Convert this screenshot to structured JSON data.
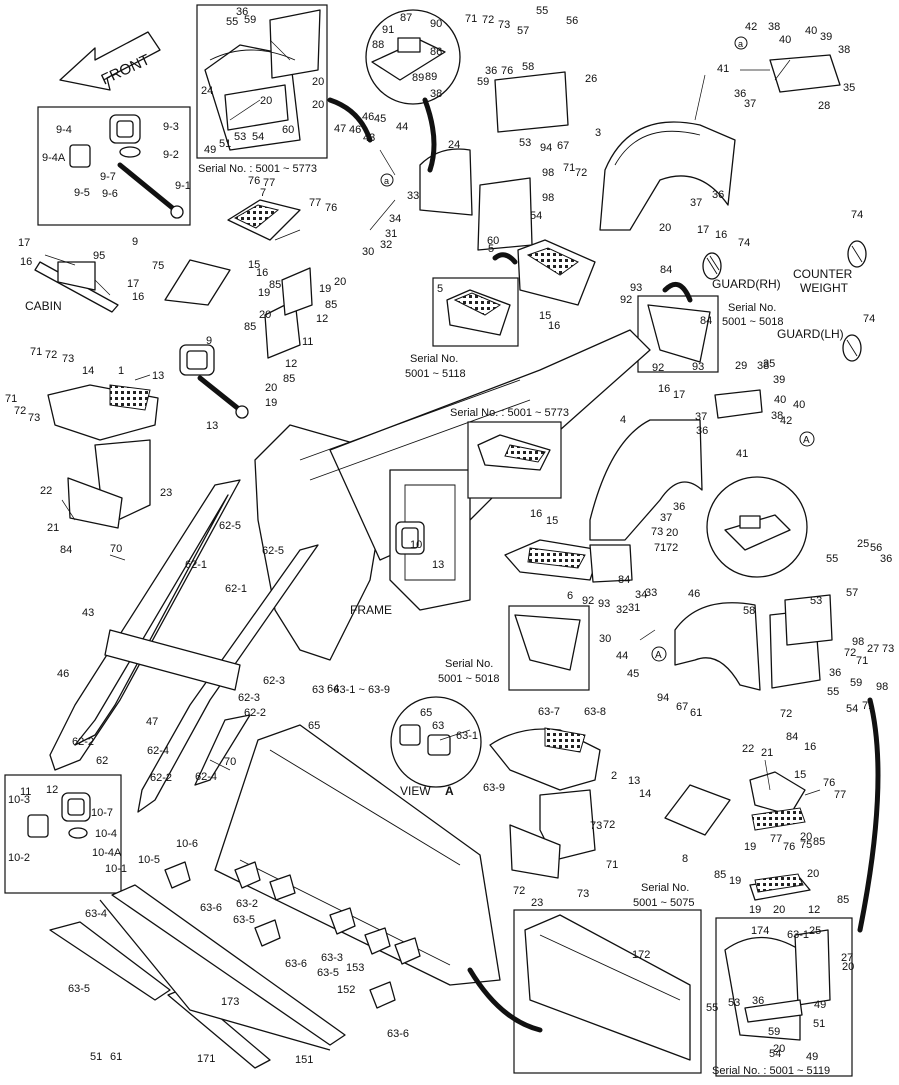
{
  "labels": {
    "front": "FRONT",
    "frame": "FRAME",
    "cabin": "CABIN",
    "counter_weight": [
      "COUNTER",
      "WEIGHT"
    ],
    "guard_rh": "GUARD(RH)",
    "guard_lh": "GUARD(LH)",
    "view_a": "VIEW",
    "view_a_letter": "A",
    "bucket_note": "63 : 63-1 ~ 63-9",
    "circle_a": "A",
    "circle_a_small": "a"
  },
  "serials": {
    "s_5001_5773_top": "Serial No. : 5001 ~ 5773",
    "s_5001_5773_mid": "Serial No. : 5001 ~ 5773",
    "s_5001_5118": [
      "Serial No.",
      "5001 ~ 5118"
    ],
    "s_5001_5018_right": [
      "Serial No.",
      "5001 ~ 5018"
    ],
    "s_5001_5018_center": [
      "Serial No.",
      "5001 ~ 5018"
    ],
    "s_5001_5075": [
      "Serial No.",
      "5001 ~ 5075"
    ],
    "s_5001_5119": "Serial No. : 5001 ~ 5119"
  },
  "callouts": [
    "36",
    "55",
    "59",
    "24",
    "49",
    "51",
    "53",
    "54",
    "60",
    "20",
    "20",
    "20",
    "91",
    "87",
    "90",
    "88",
    "86",
    "89",
    "89",
    "38",
    "71",
    "72",
    "73",
    "55",
    "56",
    "57",
    "58",
    "36",
    "76",
    "59",
    "26",
    "42",
    "38",
    "40",
    "40",
    "39",
    "38",
    "41",
    "36",
    "37",
    "28",
    "35",
    "9-3",
    "9-4",
    "9-2",
    "9-4A",
    "9-7",
    "9-1",
    "9-5",
    "9-6",
    "9",
    "47",
    "46",
    "43",
    "46",
    "45",
    "44",
    "34",
    "33",
    "31",
    "32",
    "30",
    "67",
    "71",
    "72",
    "94",
    "53",
    "98",
    "98",
    "54",
    "60",
    "24",
    "3",
    "20",
    "36",
    "37",
    "17",
    "16",
    "74",
    "74",
    "74",
    "76",
    "77",
    "7",
    "77",
    "76",
    "17",
    "16",
    "95",
    "17",
    "16",
    "75",
    "15",
    "16",
    "20",
    "19",
    "85",
    "19",
    "20",
    "85",
    "12",
    "11",
    "85",
    "12",
    "85",
    "19",
    "20",
    "5",
    "5",
    "15",
    "16",
    "84",
    "92",
    "93",
    "84",
    "92",
    "93",
    "71",
    "72",
    "73",
    "14",
    "1",
    "13",
    "71",
    "72",
    "73",
    "9",
    "13",
    "29",
    "35",
    "38",
    "39",
    "40",
    "40",
    "38",
    "42",
    "37",
    "36",
    "41",
    "16",
    "17",
    "4",
    "6",
    "22",
    "23",
    "21",
    "84",
    "70",
    "62-5",
    "62-5",
    "62-1",
    "62-1",
    "10",
    "13",
    "16",
    "15",
    "36",
    "37",
    "20",
    "73",
    "71",
    "72",
    "84",
    "93",
    "92",
    "34",
    "33",
    "31",
    "32",
    "30",
    "44",
    "45",
    "46",
    "25",
    "56",
    "36",
    "55",
    "57",
    "58",
    "53",
    "98",
    "27",
    "73",
    "72",
    "71",
    "36",
    "55",
    "59",
    "98",
    "54",
    "71",
    "72",
    "94",
    "67",
    "61",
    "43",
    "46",
    "47",
    "62-2",
    "62",
    "62-3",
    "62-4",
    "62-2",
    "62-3",
    "62-4",
    "70",
    "62-2",
    "64",
    "65",
    "65",
    "63",
    "63-1",
    "63-7",
    "63-8",
    "63-9",
    "2",
    "13",
    "14",
    "73",
    "72",
    "71",
    "73",
    "72",
    "23",
    "22",
    "21",
    "84",
    "16",
    "15",
    "76",
    "77",
    "8",
    "77",
    "76",
    "75",
    "85",
    "19",
    "20",
    "19",
    "85",
    "85",
    "20",
    "19",
    "20",
    "12",
    "11",
    "12",
    "10-7",
    "10-3",
    "10-4",
    "10-2",
    "10-4A",
    "10-1",
    "10-6",
    "10-5",
    "63-6",
    "63-2",
    "63-5",
    "63-6",
    "63-3",
    "63-5",
    "153",
    "152",
    "63-6",
    "63-4",
    "63-5",
    "173",
    "171",
    "151",
    "172",
    "174",
    "63-1",
    "25",
    "27",
    "20",
    "36",
    "55",
    "53",
    "49",
    "51",
    "59",
    "20",
    "54",
    "49",
    "51",
    "61"
  ]
}
